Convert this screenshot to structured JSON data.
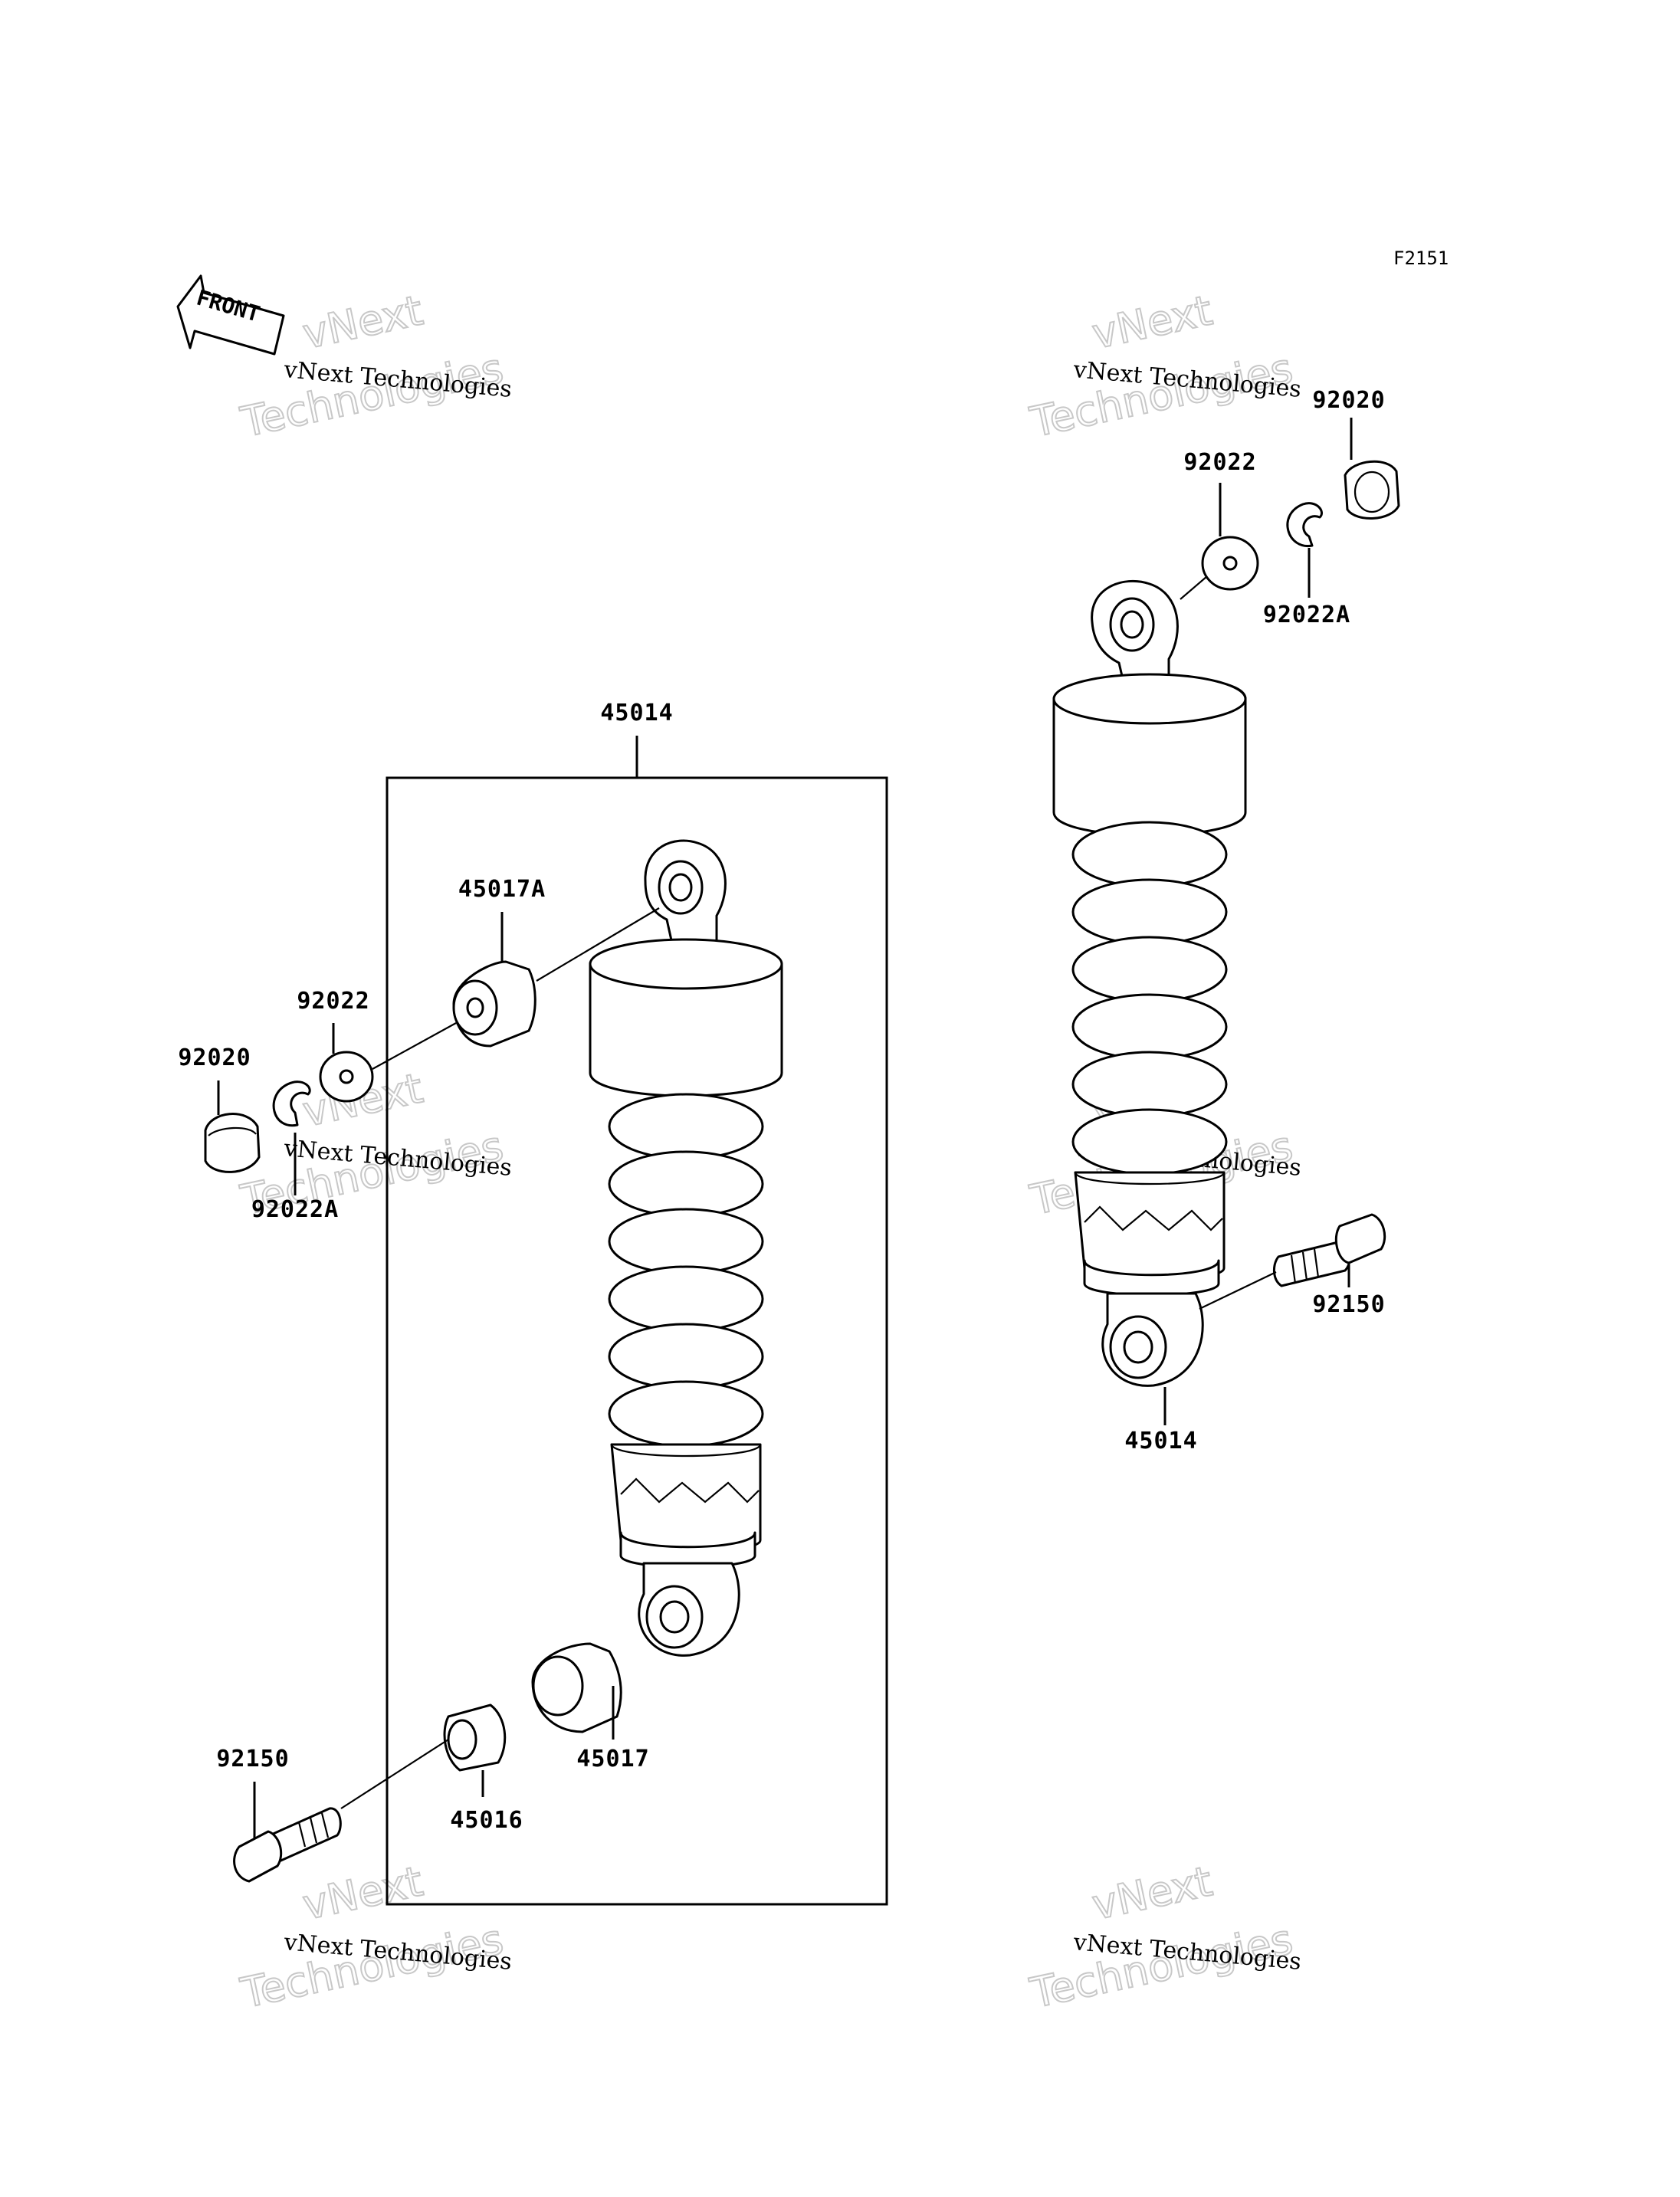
{
  "figure_id": "F2151",
  "front_label": "FRONT",
  "watermark": {
    "line1": "vNext Technologies",
    "line2": "vNext",
    "line3": "Technologies"
  },
  "callouts": {
    "box_45014": "45014",
    "p45017A": "45017A",
    "p92022_left": "92022",
    "p92020_left": "92020",
    "p92022A_left": "92022A",
    "p92150_left": "92150",
    "p45016": "45016",
    "p45017": "45017",
    "p92020_right": "92020",
    "p92022_right": "92022",
    "p92022A_right": "92022A",
    "p92150_right": "92150",
    "p45014_right": "45014"
  }
}
